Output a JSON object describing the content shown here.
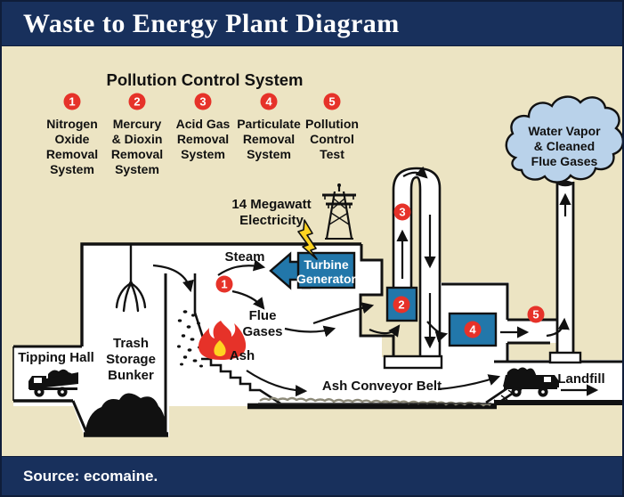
{
  "title": "Waste to Energy Plant Diagram",
  "footer": {
    "source": "Source: ecomaine."
  },
  "colors": {
    "navy": "#18305c",
    "cream": "#ece4c3",
    "red": "#e63229",
    "blue": "#2277aa",
    "cloud_blue": "#b9d2ea",
    "ink": "#1a1a1a"
  },
  "legend": {
    "heading": "Pollution Control System",
    "items": [
      {
        "num": "1",
        "lines": [
          "Nitrogen",
          "Oxide",
          "Removal",
          "System"
        ]
      },
      {
        "num": "2",
        "lines": [
          "Mercury",
          "& Dioxin",
          "Removal",
          "System"
        ]
      },
      {
        "num": "3",
        "lines": [
          "Acid Gas",
          "Removal",
          "System"
        ]
      },
      {
        "num": "4",
        "lines": [
          "Particulate",
          "Removal",
          "System"
        ]
      },
      {
        "num": "5",
        "lines": [
          "Pollution",
          "Control",
          "Test"
        ]
      }
    ]
  },
  "diagram": {
    "cloud_lines": [
      "Water Vapor",
      "& Cleaned",
      "Flue Gases"
    ],
    "electricity_lines": [
      "14 Megawatt",
      "Electricity"
    ],
    "turbine_lines": [
      "Turbine",
      "Generator"
    ],
    "steam": "Steam",
    "flue_lines": [
      "Flue",
      "Gases"
    ],
    "ash": "Ash",
    "trash_lines": [
      "Trash",
      "Storage",
      "Bunker"
    ],
    "tipping_hall": "Tipping Hall",
    "ash_conveyor": "Ash Conveyor Belt",
    "landfill": "Landfill",
    "markers": [
      "1",
      "2",
      "3",
      "4",
      "5"
    ]
  }
}
